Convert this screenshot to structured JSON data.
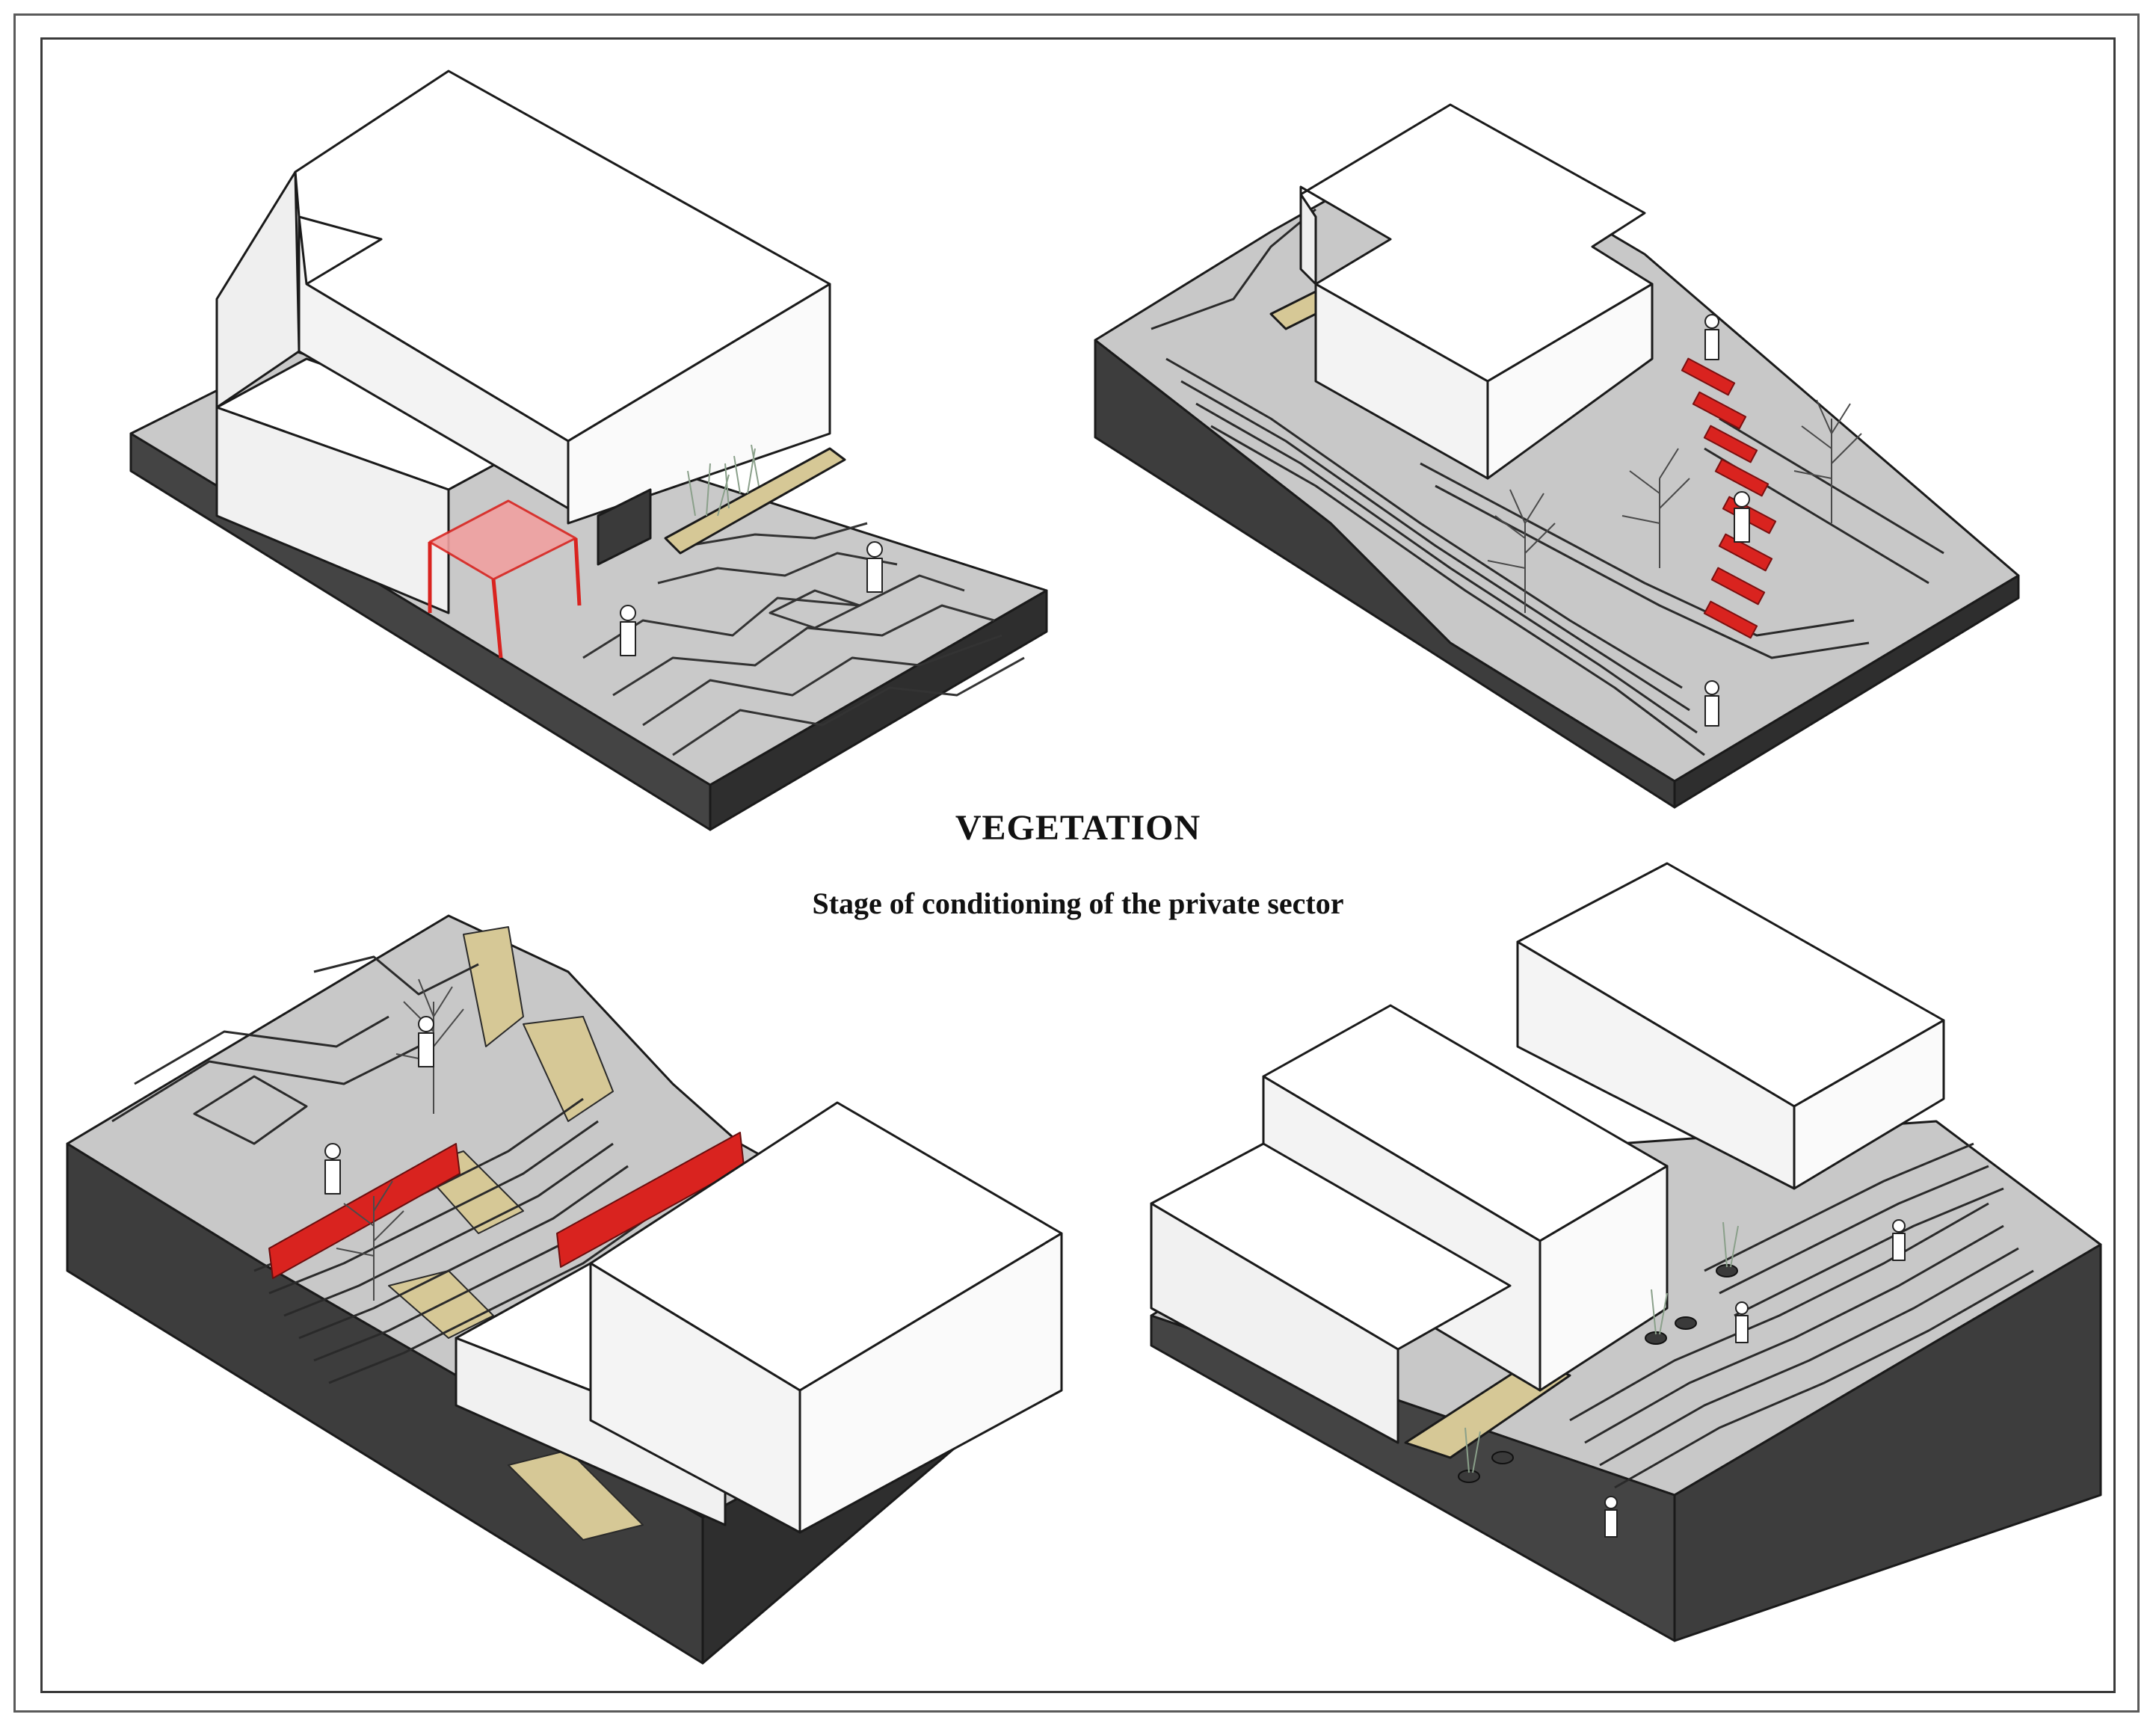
{
  "heading": "VEGETATION",
  "subheading": "Stage of conditioning of the private sector",
  "colors": {
    "frame": "#3a3a3a",
    "base_dark": "#3d3d3d",
    "ground": "#c8c8c8",
    "building": "#ffffff",
    "accent_red": "#d9231f",
    "canopy_pink": "#f0a0a0",
    "deck_tan": "#d6c896",
    "contour": "#2a2a2a"
  },
  "views": [
    {
      "name": "view-top-left",
      "elements": [
        "building-block",
        "red-canopy",
        "planter-with-shrubs",
        "contoured-plaza",
        "human-figures"
      ]
    },
    {
      "name": "view-top-right",
      "elements": [
        "building-block",
        "red-stair",
        "trees",
        "terraced-slope",
        "human-figures"
      ]
    },
    {
      "name": "view-bottom-left",
      "elements": [
        "building-block",
        "red-wall",
        "trees",
        "terraced-slope",
        "human-figures"
      ]
    },
    {
      "name": "view-bottom-right",
      "elements": [
        "building-block",
        "round-planters",
        "terraced-slope",
        "human-figures"
      ]
    }
  ]
}
